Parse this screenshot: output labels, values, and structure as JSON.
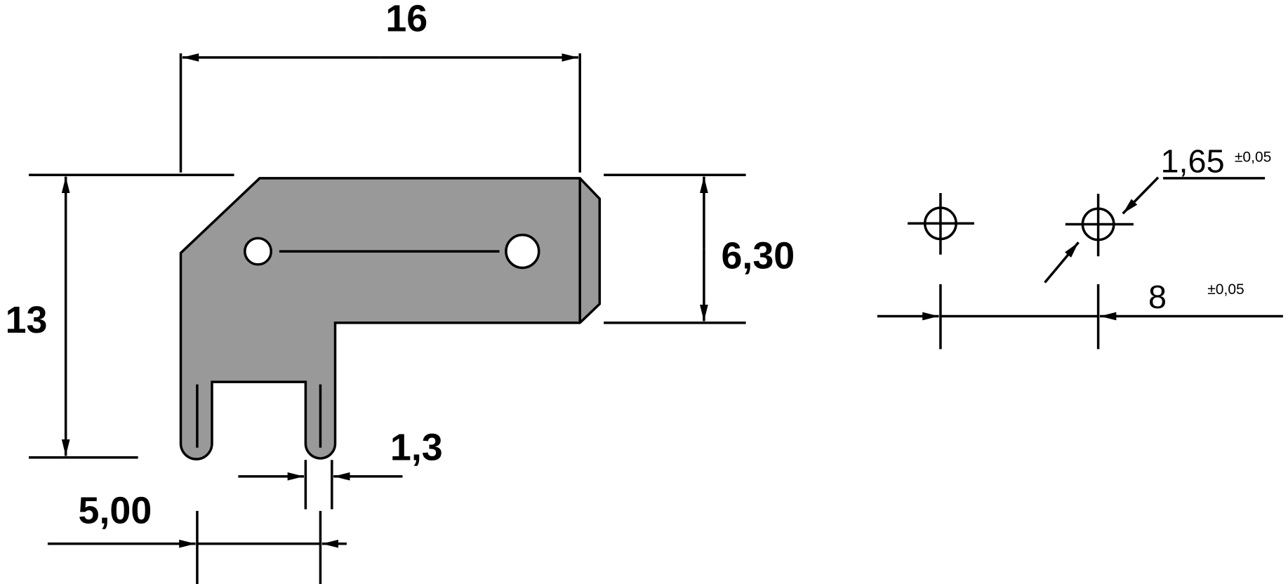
{
  "colors": {
    "part_fill": "#999999",
    "line": "#000000",
    "background": "#ffffff"
  },
  "dimensions": {
    "overall_length": "16",
    "overall_height": "13",
    "tab_height": "6,30",
    "pin_width": "1,3",
    "pin_spacing": "5,00",
    "hole_diameter": "1,65",
    "hole_diameter_tolerance": "±0,05",
    "hole_spacing": "8",
    "hole_spacing_tolerance": "±0,05"
  }
}
